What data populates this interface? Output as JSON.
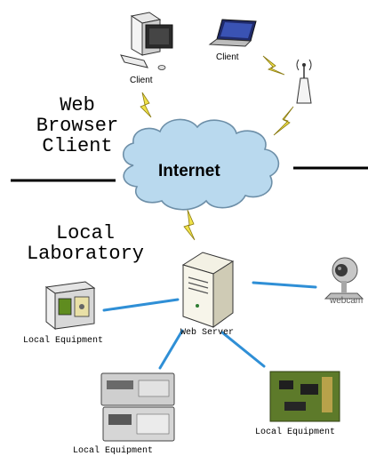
{
  "sections": {
    "web_browser_client": "Web\nBrowser\nClient",
    "local_laboratory": "Local\nLaboratory"
  },
  "network": {
    "cloud_label": "Internet"
  },
  "nodes": {
    "desktop_client": "Client",
    "laptop_client": "Client",
    "web_server": "Web Server",
    "webcam": "webcam",
    "equipment_left": "Local Equipment",
    "equipment_bottom": "Local Equipment",
    "equipment_right": "Local Equipment"
  },
  "colors": {
    "cloud_fill": "#b9d9ee",
    "cloud_stroke": "#6d8fa8",
    "link_blue": "#2f8fd6",
    "lightning_yellow": "#f0e24a",
    "divider": "#000000"
  }
}
